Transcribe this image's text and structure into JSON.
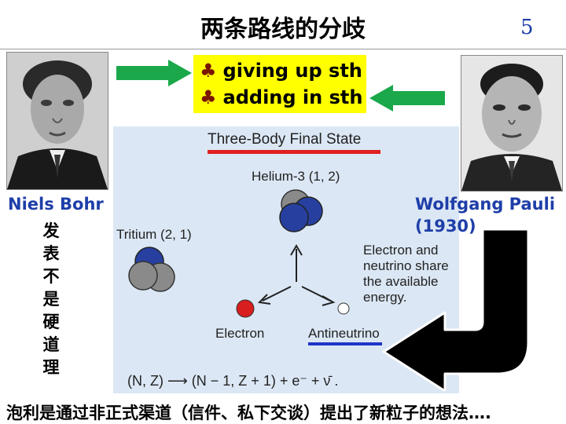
{
  "header": {
    "title": "两条路线的分歧",
    "page_number": "5"
  },
  "highlight_box": {
    "bullet_symbol": "♣",
    "line_1": "giving up sth",
    "line_2": "adding in sth",
    "background": "#ffff00"
  },
  "arrows": {
    "color": "#1aa84a",
    "big_arrow_color": "#000000"
  },
  "left_person": {
    "name": "Niels Bohr",
    "vertical_text": [
      "发",
      "表",
      "不",
      "是",
      "硬",
      "道",
      "理"
    ]
  },
  "right_person": {
    "name": "Wolfgang Pauli",
    "year": "(1930)"
  },
  "diagram": {
    "title": "Three-Body Final State",
    "helium_label": "Helium-3 (1, 2)",
    "tritium_label": "Tritium (2, 1)",
    "electron_label": "Electron",
    "antineutrino_label": "Antineutrino",
    "note_lines": [
      "Electron and",
      "neutrino share",
      "the available",
      "energy."
    ],
    "equation": "(N, Z) ⟶ (N − 1, Z + 1) + e⁻ + ν̄ .",
    "colors": {
      "proton": "#2740a0",
      "neutron": "#8a8a8a",
      "electron": "#d81e1e",
      "antineutrino": "#ffffff"
    }
  },
  "footer": {
    "text": "泡利是通过非正式渠道（信件、私下交谈）提出了新粒子的想法…."
  }
}
